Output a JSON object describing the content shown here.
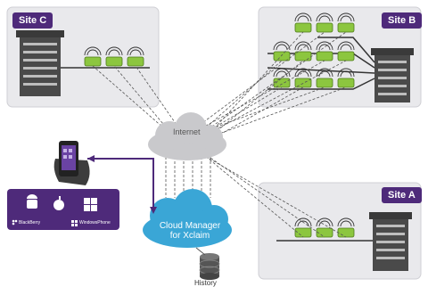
{
  "sites": {
    "c": {
      "label": "Site C"
    },
    "b": {
      "label": "Site B"
    },
    "a": {
      "label": "Site A"
    }
  },
  "internet": {
    "label": "Internet"
  },
  "cloud_manager": {
    "line1": "Cloud Manager",
    "line2": "for Xclaim"
  },
  "history": {
    "label": "History"
  },
  "platforms": {
    "blackberry": "BlackBerry",
    "windows_phone": "WindowsPhone"
  },
  "colors": {
    "brand": "#4e2a7a",
    "cloud_blue": "#3aa6d6",
    "site_bg": "#e9e9ec",
    "ap_green": "#8cc63f"
  }
}
